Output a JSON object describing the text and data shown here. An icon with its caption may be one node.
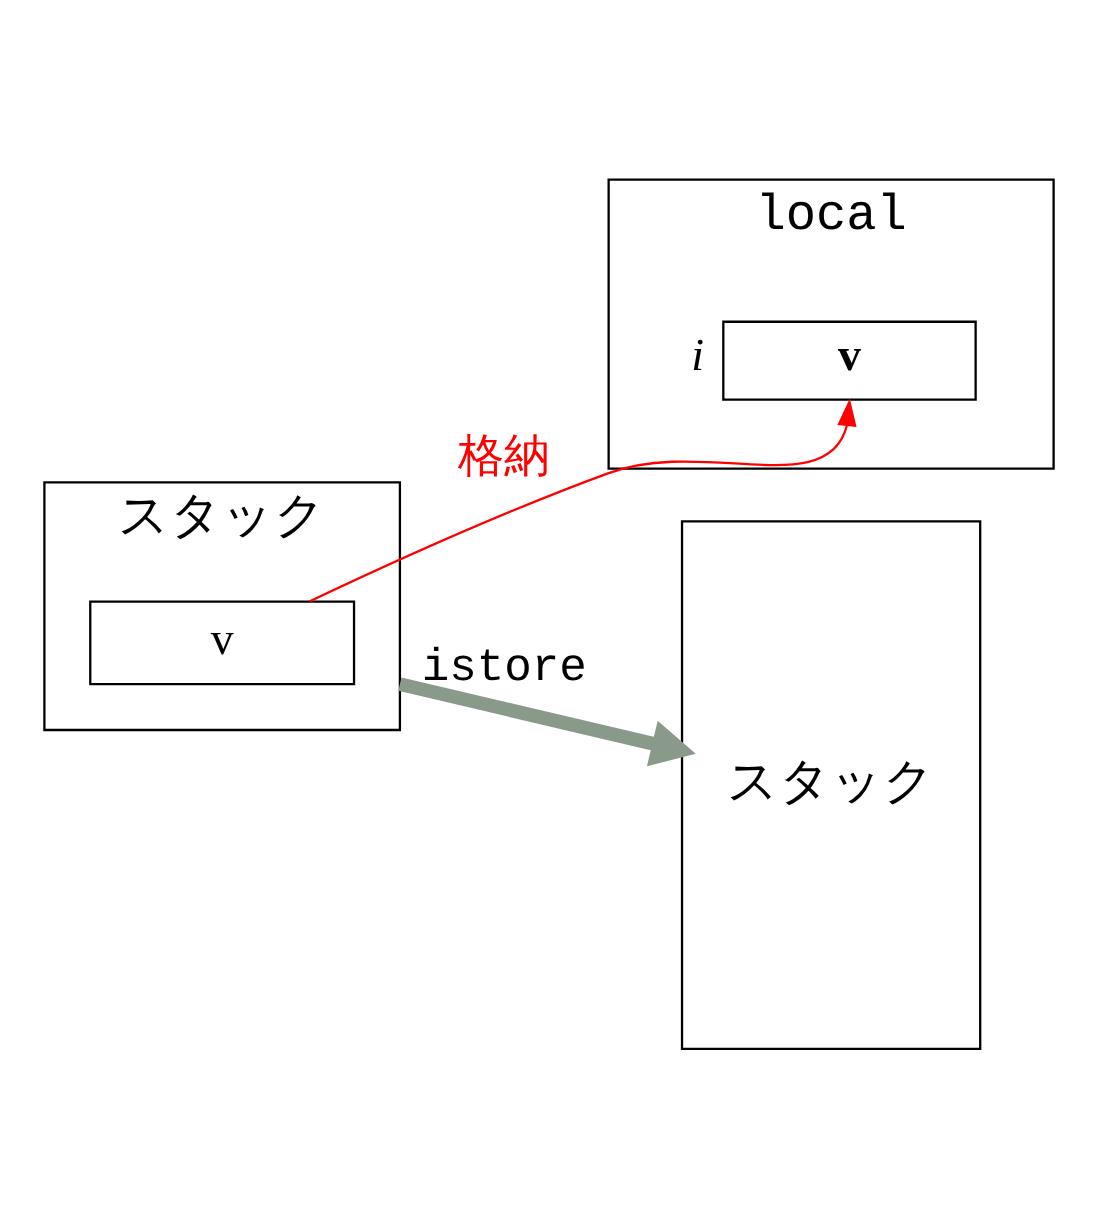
{
  "diagram": {
    "nodes": [
      {
        "text": [
          "local"
        ]
      },
      {
        "text": [
          "v"
        ],
        "in": 0,
        "beside": [
          "i"
        ]
      },
      {
        "text": [
          "スタック"
        ]
      },
      {
        "text": [
          "v"
        ],
        "in": 2
      },
      {
        "text": [
          "スタック"
        ]
      }
    ],
    "edges": [
      {
        "from": 3,
        "to": 1,
        "arrow": "to",
        "label": "格納",
        "color": "#ff0000"
      },
      {
        "from": 2,
        "to": 4,
        "arrow": "to",
        "label": "istore",
        "style": "thick",
        "color": "#8a9a8a"
      }
    ]
  }
}
